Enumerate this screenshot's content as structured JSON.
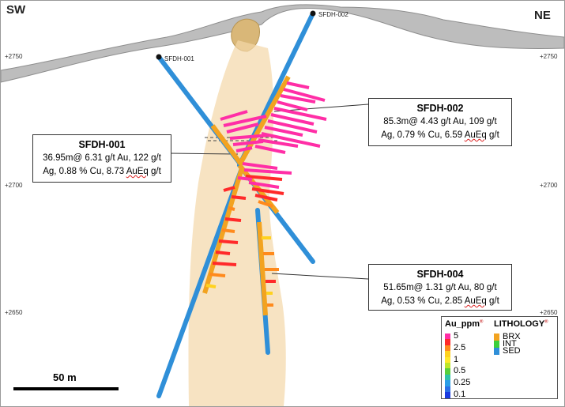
{
  "directions": {
    "left": "SW",
    "right": "NE"
  },
  "elevations": [
    "+2750",
    "+2700",
    "+2650"
  ],
  "holes": [
    "SFDH-002",
    "SFDH-001"
  ],
  "callouts": {
    "sfdh002": {
      "title": "SFDH-002",
      "line1": "85.3m@ 4.43 g/t Au, 109 g/t",
      "line2a": "Ag, 0.79 % Cu, 6.59 ",
      "auq": "AuEq",
      "line2b": " g/t"
    },
    "sfdh001": {
      "title": "SFDH-001",
      "line1": "36.95m@ 6.31 g/t Au, 122 g/t",
      "line2a": "Ag, 0.88 % Cu, 8.73 ",
      "auq": "AuEq",
      "line2b": " g/t"
    },
    "sfdh004": {
      "title": "SFDH-004",
      "line1": "51.65m@ 1.31 g/t Au, 80 g/t",
      "line2a": "Ag, 0.53 % Cu, 2.85 ",
      "auq": "AuEq",
      "line2b": " g/t"
    }
  },
  "scale": {
    "label": "50 m"
  },
  "legend": {
    "au_title": "Au_ppm",
    "lith_title": "LITHOLOGY",
    "au_classes": [
      {
        "label": "5",
        "color": "#ff2ea6"
      },
      {
        "label": "",
        "color": "#ff2a2a"
      },
      {
        "label": "2.5",
        "color": "#ff8a1c"
      },
      {
        "label": "",
        "color": "#ffd21f"
      },
      {
        "label": "1",
        "color": "#ffe92a"
      },
      {
        "label": "",
        "color": "#bde62a"
      },
      {
        "label": "0.5",
        "color": "#58d03a"
      },
      {
        "label": "",
        "color": "#2ec2a8"
      },
      {
        "label": "0.25",
        "color": "#2b9ee6"
      },
      {
        "label": "",
        "color": "#2a6fe6"
      },
      {
        "label": "0.1",
        "color": "#1a3ae0"
      }
    ],
    "lith_classes": [
      {
        "label": "BRX",
        "color": "#f2a320"
      },
      {
        "label": "INT",
        "color": "#3ccf3c"
      },
      {
        "label": "SED",
        "color": "#2f8fd8"
      }
    ]
  },
  "colors": {
    "breccia": "#f3d7a8",
    "drill_hole": "#2f8fd8",
    "brx_interval": "#f2a320",
    "au_high": "#ff2ea6"
  }
}
